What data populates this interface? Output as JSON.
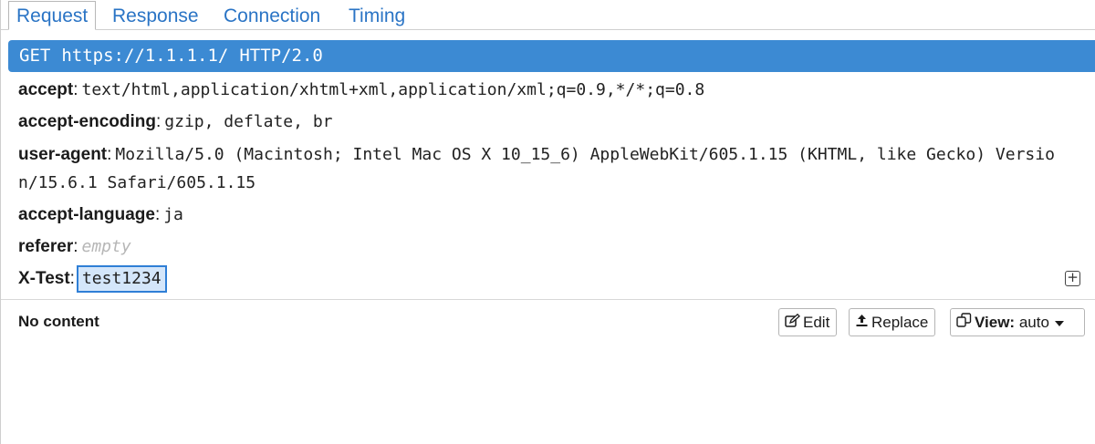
{
  "tabs": [
    {
      "label": "Request",
      "active": true
    },
    {
      "label": "Response",
      "active": false
    },
    {
      "label": "Connection",
      "active": false
    },
    {
      "label": "Timing",
      "active": false
    }
  ],
  "request_line": {
    "method": "GET",
    "url": "https://1.1.1.1/",
    "protocol": "HTTP/2.0"
  },
  "headers": [
    {
      "name": "accept",
      "value": "text/html,application/xhtml+xml,application/xml;q=0.9,*/*;q=0.8"
    },
    {
      "name": "accept-encoding",
      "value": "gzip, deflate, br"
    },
    {
      "name": "user-agent",
      "value": "Mozilla/5.0 (Macintosh; Intel Mac OS X 10_15_6) AppleWebKit/605.1.15 (KHTML, like Gecko) Version/15.6.1 Safari/605.1.15"
    },
    {
      "name": "accept-language",
      "value": "ja"
    },
    {
      "name": "referer",
      "value": "empty"
    },
    {
      "name": "X-Test",
      "value": "test1234"
    }
  ],
  "colon": ":",
  "add_header_icon": "plus-square-icon",
  "body": {
    "no_content_label": "No content"
  },
  "actions": {
    "edit_label": "Edit",
    "replace_label": "Replace",
    "view_prefix": "View:",
    "view_value": "auto"
  },
  "colors": {
    "accent": "#3c8ad3",
    "tab_text": "#2a74c5",
    "selection_border": "#2f7fd6",
    "selection_bg": "#d4e6fa"
  }
}
